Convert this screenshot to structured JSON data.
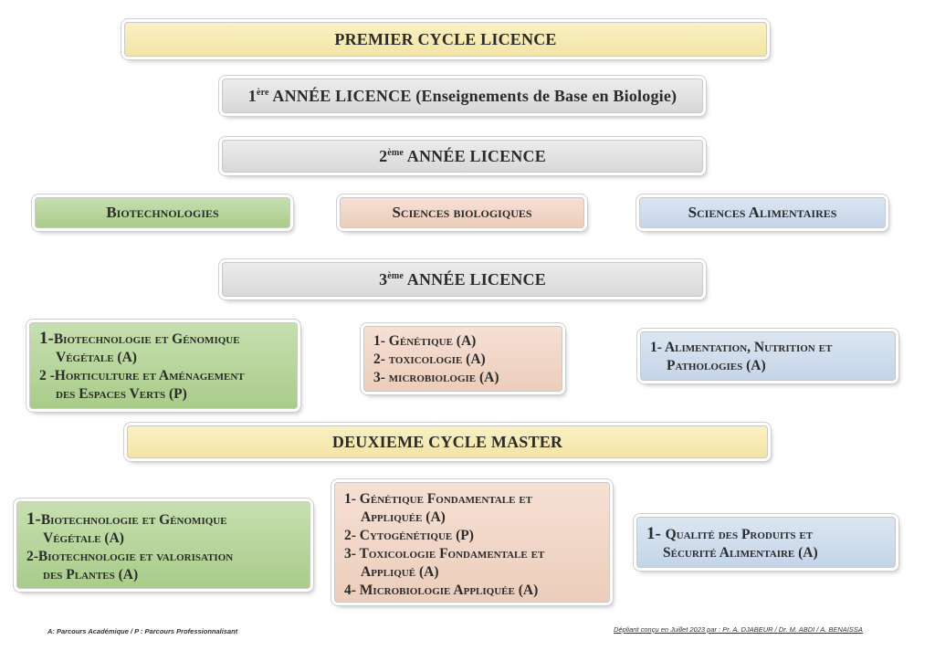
{
  "header": {
    "premier_cycle": "PREMIER CYCLE  LICENCE",
    "annee1": {
      "num": "1",
      "sup": "ère",
      "rest": " ANNÉE LICENCE (Enseignements de Base en Biologie)"
    },
    "annee2": {
      "num": "2",
      "sup": "ème",
      "rest": " ANNÉE LICENCE"
    },
    "annee3": {
      "num": "3",
      "sup": "ème",
      "rest": " ANNÉE LICENCE"
    },
    "deuxieme_cycle": "DEUXIEME CYCLE  MASTER"
  },
  "domains": {
    "biotech": "Biotechnologies",
    "sciences_bio": "Sciences biologiques",
    "sciences_alim": "Sciences Alimentaires"
  },
  "licence": {
    "biotech": [
      {
        "num": "1-",
        "line1": "Biotechnologie et Génomique",
        "line2": "Végétale  (A)"
      },
      {
        "num": "2 -",
        "line1": "Horticulture et Aménagement",
        "line2": "des Espaces Verts (P)"
      }
    ],
    "sciences_bio": [
      {
        "num": "1- ",
        "line1": "Génétique (A)"
      },
      {
        "num": "2- ",
        "line1": "toxicologie  (A)"
      },
      {
        "num": "3- ",
        "line1": "microbiologie (A)"
      }
    ],
    "sciences_alim": [
      {
        "num": "1- ",
        "line1": "Alimentation, Nutrition et",
        "line2": "Pathologies  (A)"
      }
    ]
  },
  "master": {
    "biotech": [
      {
        "num": "1-",
        "line1": "Biotechnologie et Génomique",
        "line2": "Végétale  (A)"
      },
      {
        "num": "2-",
        "line1": "Biotechnologie et valorisation",
        "line2": "des Plantes (A)"
      }
    ],
    "sciences_bio": [
      {
        "num": "1- ",
        "line1": "Génétique Fondamentale et",
        "line2": "Appliquée  (A)"
      },
      {
        "num": "2- ",
        "line1": "Cytogénétique  (P)"
      },
      {
        "num": "3- ",
        "line1": "Toxicologie  Fondamentale et",
        "line2": "Appliqué (A)"
      },
      {
        "num": "4- ",
        "line1": "Microbiologie Appliquée (A)"
      }
    ],
    "sciences_alim": [
      {
        "num": "1- ",
        "line1": "Qualité des Produits et",
        "line2": "Sécurité Alimentaire  (A)"
      }
    ]
  },
  "footer": {
    "legend": "A: Parcours Académique   /    P : Parcours Professionnalisant",
    "credits": "Dépliant conçu en Juillet 2023  par :   Pr. A. DJABEUR / Dr. M. ABDI / A. BENAISSA"
  },
  "colors": {
    "yellow": "#f5e8b0",
    "gray": "#e0e0e0",
    "green": "#b4d398",
    "peach": "#f0d4c4",
    "blue": "#cfdcec"
  }
}
